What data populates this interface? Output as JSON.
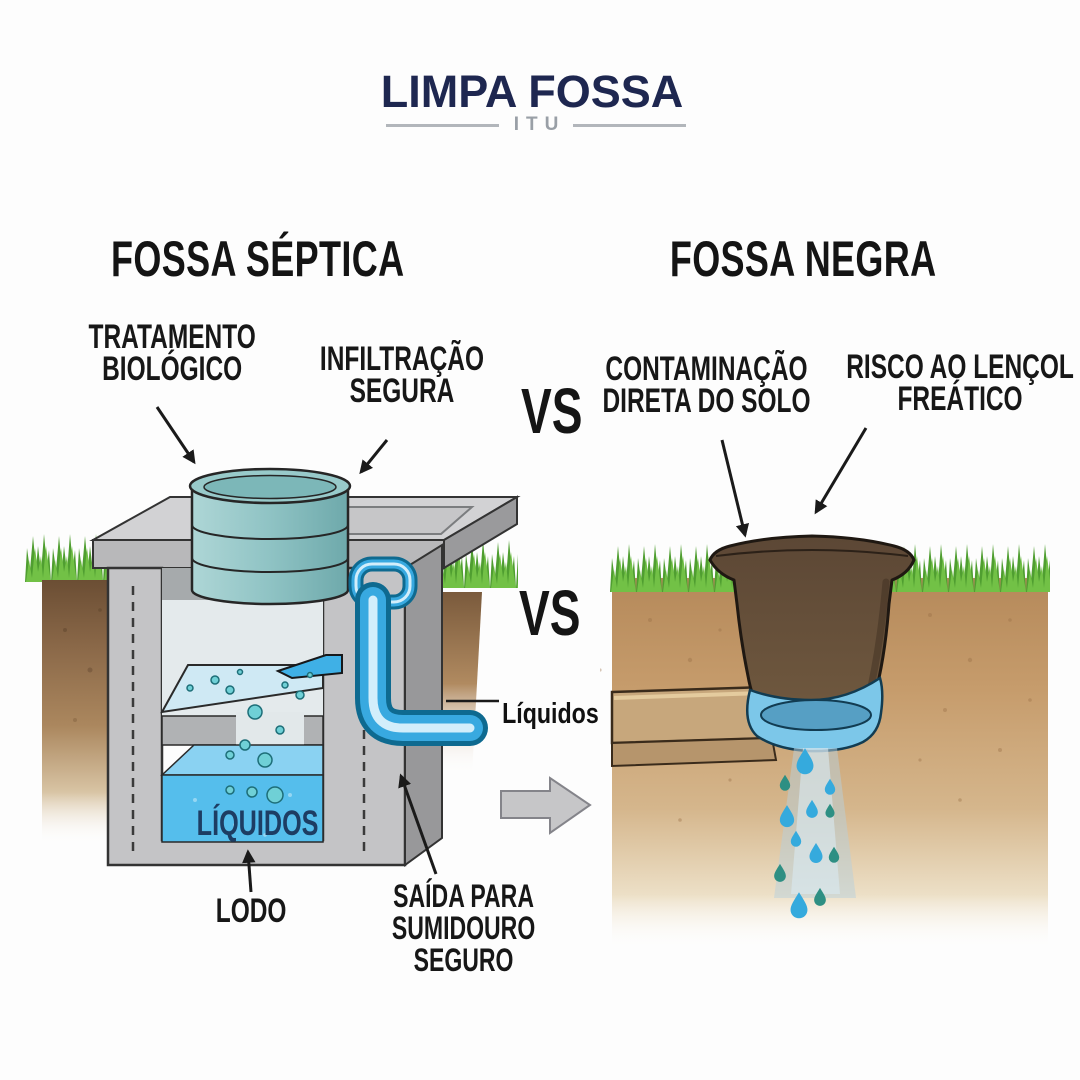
{
  "logo": {
    "title": "LIMPA FOSSA",
    "subtitle": "ITU"
  },
  "vs": {
    "top": "VS",
    "middle": "VS"
  },
  "left_panel": {
    "title": "FOSSA SÉPTICA",
    "labels": {
      "tratamento": {
        "line1": "TRATAMENTO",
        "line2": "BIOLÓGICO"
      },
      "infiltracao": {
        "line1": "INFILTRAÇÃO",
        "line2": "SEGURA"
      },
      "liquidos_tank": "LÍQUIDOS",
      "lodo": "LODO",
      "saida": {
        "line1": "SAÍDA PARA",
        "line2": "SUMIDOURO",
        "line3": "SEGURO"
      },
      "liquidos_pipe": "Líquidos"
    }
  },
  "right_panel": {
    "title": "FOSSA NEGRA",
    "labels": {
      "contaminacao": {
        "line1": "CONTAMINAÇÃO",
        "line2": "DIRETA DO SOLO"
      },
      "risco": {
        "line1": "RISCO AO LENÇOL",
        "line2": "FREÁTICO"
      }
    }
  },
  "colors": {
    "logo_navy": "#1e2750",
    "logo_sub_gray": "#999fa6",
    "text_black": "#171717",
    "tank_concrete": "#c4c4c6",
    "tank_teal": "#8fc3c4",
    "water_bright": "#55beec",
    "pipe_blue": "#38a9e0",
    "liquidos_navy": "#1d3d63",
    "grass_green": "#5fae3e",
    "soil_tan": "#c89e6e",
    "pit_brown": "#5f4a38",
    "arrow_gray": "#c6c6c8"
  }
}
